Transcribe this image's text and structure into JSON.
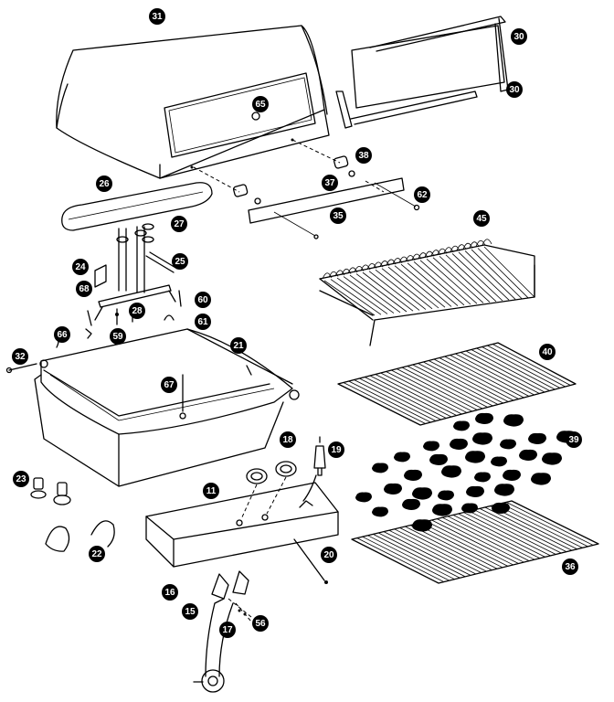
{
  "diagram": {
    "callouts": [
      {
        "id": "c31",
        "label": "31"
      },
      {
        "id": "c30a",
        "label": "30"
      },
      {
        "id": "c30b",
        "label": "30"
      },
      {
        "id": "c65",
        "label": "65"
      },
      {
        "id": "c38",
        "label": "38"
      },
      {
        "id": "c37",
        "label": "37"
      },
      {
        "id": "c62",
        "label": "62"
      },
      {
        "id": "c35",
        "label": "35"
      },
      {
        "id": "c26",
        "label": "26"
      },
      {
        "id": "c27",
        "label": "27"
      },
      {
        "id": "c24",
        "label": "24"
      },
      {
        "id": "c25",
        "label": "25"
      },
      {
        "id": "c68",
        "label": "68"
      },
      {
        "id": "c28",
        "label": "28"
      },
      {
        "id": "c60",
        "label": "60"
      },
      {
        "id": "c61",
        "label": "61"
      },
      {
        "id": "c59",
        "label": "59"
      },
      {
        "id": "c66",
        "label": "66"
      },
      {
        "id": "c21",
        "label": "21"
      },
      {
        "id": "c32",
        "label": "32"
      },
      {
        "id": "c67",
        "label": "67"
      },
      {
        "id": "c45",
        "label": "45"
      },
      {
        "id": "c40",
        "label": "40"
      },
      {
        "id": "c39",
        "label": "39"
      },
      {
        "id": "c36",
        "label": "36"
      },
      {
        "id": "c18",
        "label": "18"
      },
      {
        "id": "c19",
        "label": "19"
      },
      {
        "id": "c23",
        "label": "23"
      },
      {
        "id": "c22",
        "label": "22"
      },
      {
        "id": "c11",
        "label": "11"
      },
      {
        "id": "c20",
        "label": "20"
      },
      {
        "id": "c16",
        "label": "16"
      },
      {
        "id": "c15",
        "label": "15"
      },
      {
        "id": "c17",
        "label": "17"
      },
      {
        "id": "c56",
        "label": "56"
      }
    ]
  }
}
